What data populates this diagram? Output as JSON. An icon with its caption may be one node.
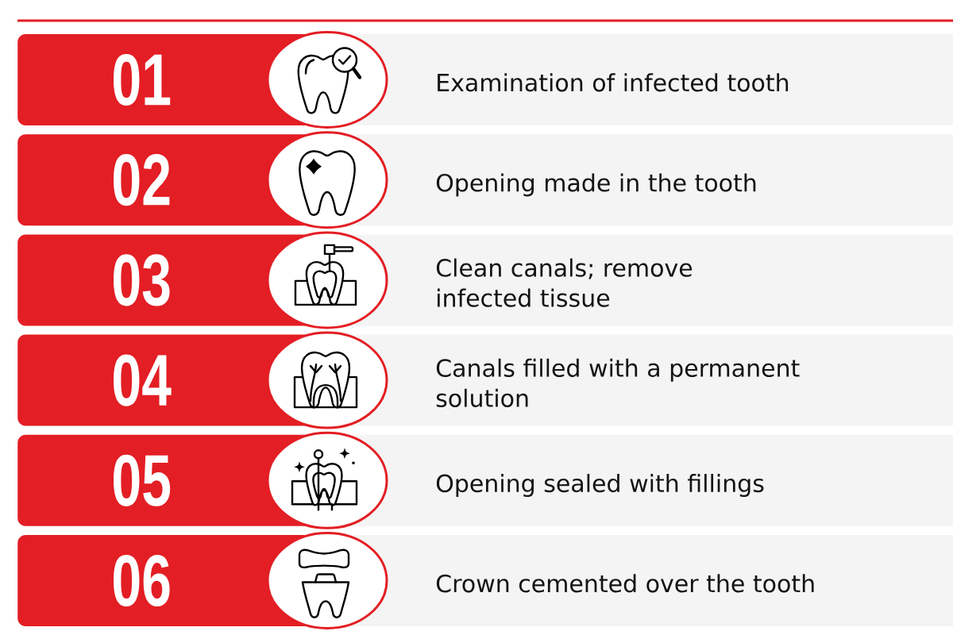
{
  "diagram": {
    "nodes": [
      {
        "text": [
          "01"
        ]
      },
      {
        "text": [
          "Examination of infected tooth"
        ]
      },
      {
        "text": [
          "02"
        ]
      },
      {
        "text": [
          "Opening made in the tooth"
        ]
      },
      {
        "text": [
          "03"
        ]
      },
      {
        "text": [
          "Clean canals; remove infected tissue"
        ]
      },
      {
        "text": [
          "04"
        ]
      },
      {
        "text": [
          "Canals filled with a permanent solution"
        ]
      },
      {
        "text": [
          "05"
        ]
      },
      {
        "text": [
          "Opening sealed with fillings"
        ]
      },
      {
        "text": [
          "06"
        ]
      },
      {
        "text": [
          "Crown cemented over the tooth"
        ]
      }
    ]
  }
}
